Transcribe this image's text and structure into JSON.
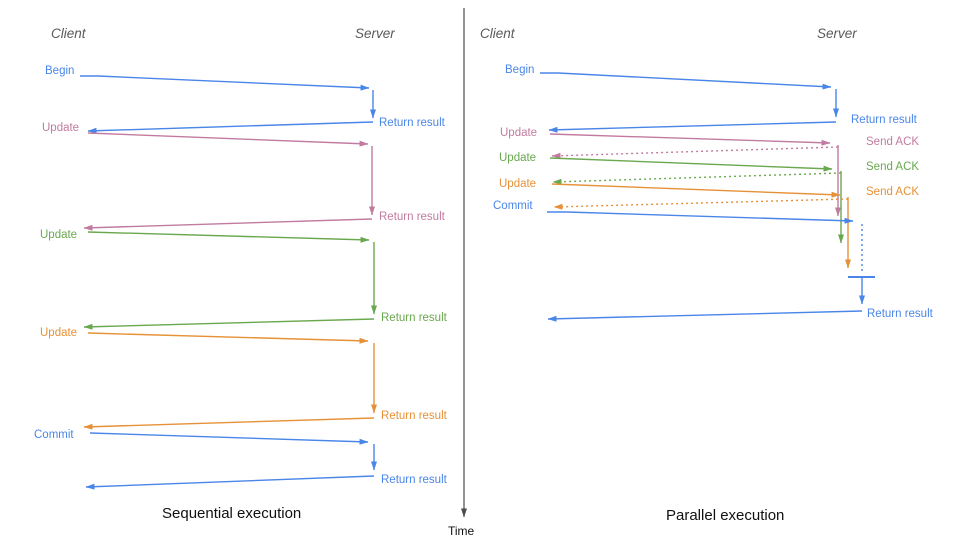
{
  "colors": {
    "blue": "#4A86E8",
    "magenta": "#C27BA0",
    "green": "#6AA84F",
    "orange": "#E69138",
    "axis_gray": "#4d4d4d",
    "header_gray": "#595959"
  },
  "time_axis": {
    "label": "Time"
  },
  "sequential": {
    "title": "Sequential execution",
    "client_header": "Client",
    "server_header": "Server",
    "client_labels": [
      {
        "text": "Begin",
        "color": "blue"
      },
      {
        "text": "Update",
        "color": "magenta"
      },
      {
        "text": "Update",
        "color": "green"
      },
      {
        "text": "Update",
        "color": "orange"
      },
      {
        "text": "Commit",
        "color": "blue"
      }
    ],
    "server_labels": [
      {
        "text": "Return result",
        "color": "blue"
      },
      {
        "text": "Return result",
        "color": "magenta"
      },
      {
        "text": "Return result",
        "color": "green"
      },
      {
        "text": "Return result",
        "color": "orange"
      },
      {
        "text": "Return result",
        "color": "blue"
      }
    ]
  },
  "parallel": {
    "title": "Parallel execution",
    "client_header": "Client",
    "server_header": "Server",
    "client_labels": [
      {
        "text": "Begin",
        "color": "blue"
      },
      {
        "text": "Update",
        "color": "magenta"
      },
      {
        "text": "Update",
        "color": "green"
      },
      {
        "text": "Update",
        "color": "orange"
      },
      {
        "text": "Commit",
        "color": "blue"
      }
    ],
    "server_labels": [
      {
        "text": "Return result",
        "color": "blue"
      },
      {
        "text": "Send ACK",
        "color": "magenta"
      },
      {
        "text": "Send ACK",
        "color": "green"
      },
      {
        "text": "Send ACK",
        "color": "orange"
      },
      {
        "text": "Return result",
        "color": "blue"
      }
    ]
  }
}
